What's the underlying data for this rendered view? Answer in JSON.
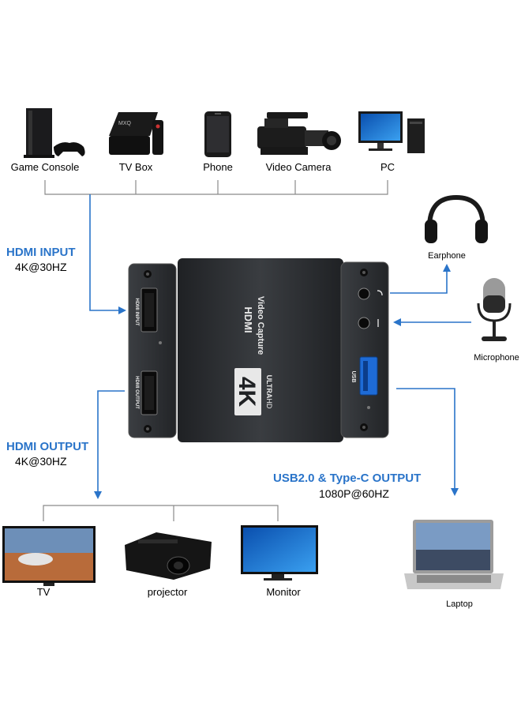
{
  "sources": [
    {
      "label": "Game Console",
      "icon": "game-console-icon"
    },
    {
      "label": "TV Box",
      "icon": "tv-box-icon"
    },
    {
      "label": "Phone",
      "icon": "phone-icon"
    },
    {
      "label": "Video Camera",
      "icon": "video-camera-icon"
    },
    {
      "label": "PC",
      "icon": "pc-icon"
    }
  ],
  "hdmi_input": {
    "title": "HDMI INPUT",
    "spec": "4K@30HZ"
  },
  "hdmi_output": {
    "title": "HDMI OUTPUT",
    "spec": "4K@30HZ"
  },
  "usb_output": {
    "title": "USB2.0 & Type-C OUTPUT",
    "spec": "1080P@60HZ"
  },
  "audio": [
    {
      "label": "Earphone",
      "icon": "earphone-icon"
    },
    {
      "label": "Microphone",
      "icon": "microphone-icon"
    }
  ],
  "displays": [
    {
      "label": "TV",
      "icon": "tv-icon"
    },
    {
      "label": "projector",
      "icon": "projector-icon"
    },
    {
      "label": "Monitor",
      "icon": "monitor-icon"
    }
  ],
  "usb_target": {
    "label": "Laptop",
    "icon": "laptop-icon"
  },
  "device": {
    "port_hdmi_input": "HDMI INPUT",
    "port_hdmi_output": "HDMI OUTPUT",
    "port_usb": "USB",
    "brand_line1": "HDMI",
    "brand_line2": "Video Capture",
    "badge": "4K",
    "ultra": "ULTRA",
    "hd": "HD"
  },
  "colors": {
    "accent_blue": "#2a74c9",
    "line_gray": "#8a8a8a",
    "device_dark": "#2b2d30"
  }
}
